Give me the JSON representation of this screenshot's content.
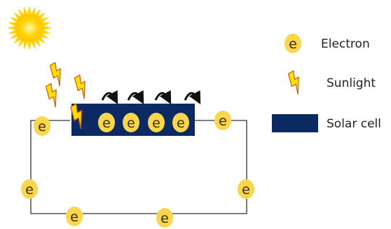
{
  "electron_symbol": "e",
  "legend": {
    "electron_label": "Electron",
    "sunlight_label": "Sunlight",
    "solar_cell_label": "Solar cell"
  },
  "colors": {
    "sun": "#ffd400",
    "sun_glow": "#fff2a0",
    "electron_fill": "#fbd64b",
    "electron_stroke": "#e8b800",
    "solar_cell": "#0b2a63",
    "bolt_fill": "#ffe000",
    "bolt_stroke": "#e05a00",
    "wire": "#333333"
  }
}
